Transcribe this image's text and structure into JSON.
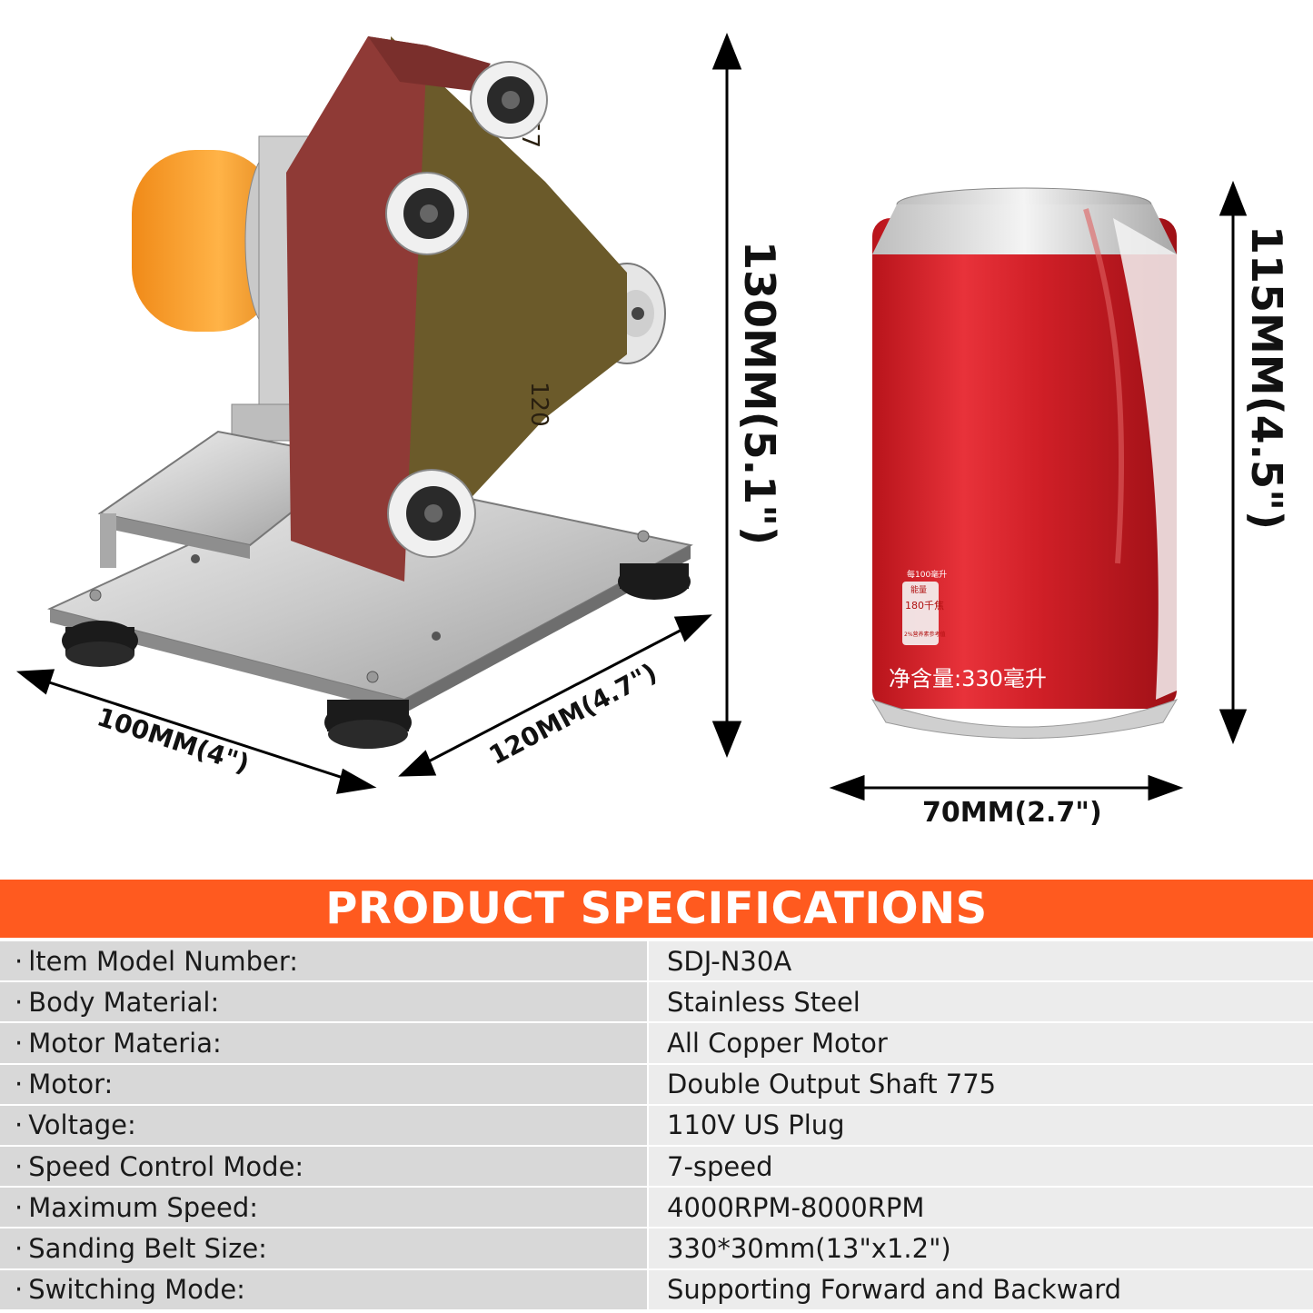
{
  "dimensions": {
    "height_grinder": "130MM(5.1\")",
    "width_grinder": "100MM(4\")",
    "depth_grinder": "120MM(4.7\")",
    "height_can": "115MM(4.5\")",
    "width_can": "70MM(2.7\")"
  },
  "can": {
    "nutrition_line1": "每100毫升",
    "nutrition_line2": "能量",
    "nutrition_line3": "180千焦",
    "nutrition_line4": "2%营养素参考值",
    "volume_text": "净含量:330毫升"
  },
  "belt": {
    "grit_top": "57",
    "grit_side": "120"
  },
  "specs": {
    "title": "PRODUCT SPECIFICATIONS",
    "bullet": "·",
    "rows": [
      {
        "label": "ltem Model Number:",
        "value": "SDJ-N30A"
      },
      {
        "label": "Body Material:",
        "value": "Stainless Steel"
      },
      {
        "label": "Motor Materia:",
        "value": "All Copper Motor"
      },
      {
        "label": "Motor:",
        "value": "Double Output Shaft 775"
      },
      {
        "label": "Voltage:",
        "value": "110V US Plug"
      },
      {
        "label": "Speed Control Mode:",
        "value": "7-speed"
      },
      {
        "label": "Maximum Speed:",
        "value": "4000RPM-8000RPM"
      },
      {
        "label": "Sanding Belt Size:",
        "value": "330*30mm(13\"x1.2\")"
      },
      {
        "label": "Switching Mode:",
        "value": "Supporting Forward and Backward"
      }
    ]
  },
  "colors": {
    "header": "#ff5a1f",
    "label_bg": "#d8d8d8",
    "value_bg": "#ececec",
    "can_red": "#d8232a",
    "belt": "#8f3a36",
    "motor": "#f7a234"
  }
}
